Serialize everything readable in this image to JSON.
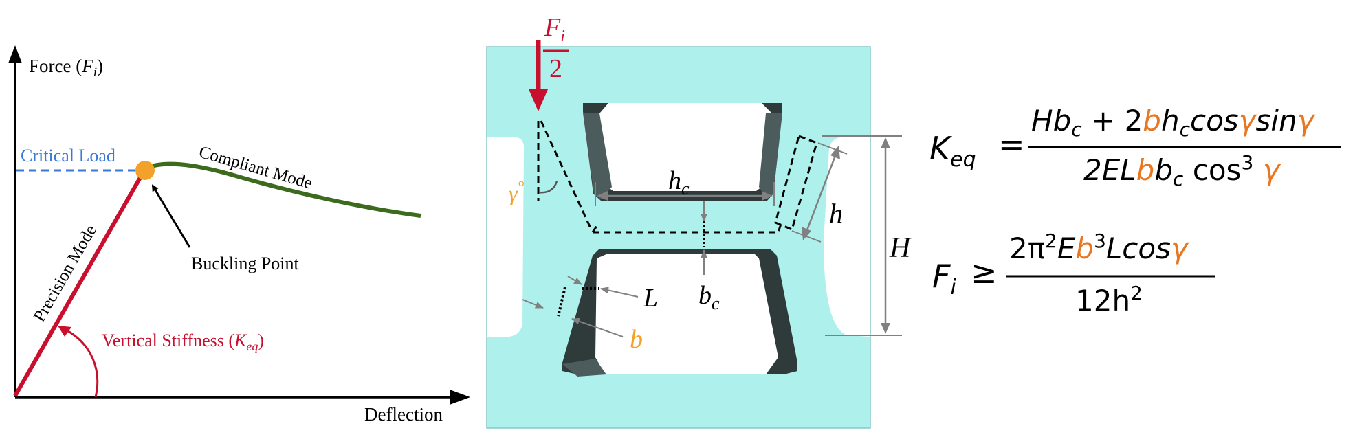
{
  "colors": {
    "red": "#c8102e",
    "blue": "#3a78d6",
    "green": "#3d6b1d",
    "orange": "#f2a12a",
    "param_orange": "#e87722",
    "cyan": "#aef0ec",
    "gray": "#808080",
    "black": "#000000"
  },
  "graph": {
    "y_axis_label_prefix": "Force (",
    "y_axis_symbol": "F",
    "y_axis_subscript": "i",
    "y_axis_label_suffix": ")",
    "x_axis_label": "Deflection",
    "critical_load": "Critical Load",
    "compliant_mode": "Compliant Mode",
    "precision_mode": "Precision Mode",
    "buckling_point": "Buckling Point",
    "stiffness_prefix": "Vertical Stiffness (",
    "stiffness_symbol": "K",
    "stiffness_subscript": "eq",
    "stiffness_suffix": ")"
  },
  "geometry": {
    "force_numerator": "F",
    "force_subscript": "i",
    "force_denominator": "2",
    "gamma": "γ",
    "degree": "°",
    "hc": "h",
    "hc_sub": "c",
    "h": "h",
    "H": "H",
    "L": "L",
    "bc": "b",
    "bc_sub": "c",
    "b": "b"
  },
  "equations": {
    "keq_lhs": "K",
    "keq_lhs_sub": "eq",
    "keq_rel": "=",
    "keq_num": [
      "H",
      "b",
      "c",
      " + 2",
      "b",
      "h",
      "c",
      "cos",
      "γ",
      "sin",
      "γ"
    ],
    "keq_den": [
      "2EL",
      "b",
      "b",
      "c",
      " cos",
      "3",
      " γ"
    ],
    "fi_lhs": "F",
    "fi_lhs_sub": "i",
    "fi_rel": "≥",
    "fi_num": [
      "2π",
      "2",
      "E",
      "b",
      "3",
      "Lcos",
      "γ"
    ],
    "fi_den": [
      "12h",
      "2"
    ]
  }
}
